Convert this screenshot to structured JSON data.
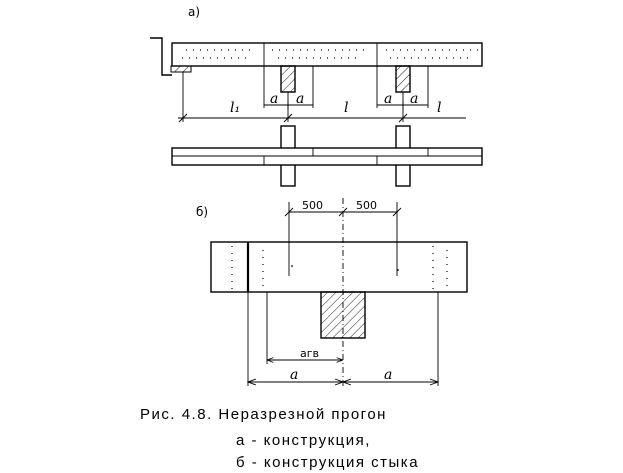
{
  "labels": {
    "part_a": "а)",
    "part_b": "б)"
  },
  "dimensions_a": {
    "l1": "l₁",
    "l": "l",
    "a": "а"
  },
  "dimensions_b": {
    "d500": "500",
    "a_gv": "агв",
    "a": "а"
  },
  "caption": {
    "title": "Рис. 4.8. Неразрезной прогон",
    "line_a": "а - конструкция,",
    "line_b": "б - конструкция стыка"
  }
}
